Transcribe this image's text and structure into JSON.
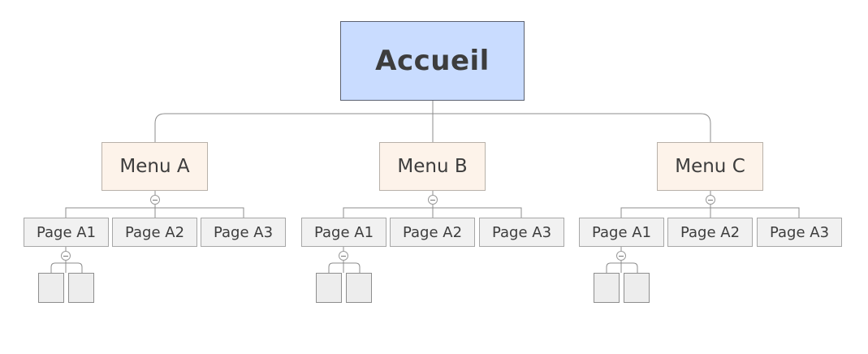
{
  "root": {
    "label": "Accueil"
  },
  "menus": [
    {
      "label": "Menu A",
      "pages": [
        "Page A1",
        "Page A2",
        "Page A3"
      ]
    },
    {
      "label": "Menu B",
      "pages": [
        "Page A1",
        "Page A2",
        "Page A3"
      ]
    },
    {
      "label": "Menu C",
      "pages": [
        "Page A1",
        "Page A2",
        "Page A3"
      ]
    }
  ],
  "colors": {
    "root_fill": "#c9dcff",
    "menu_fill": "#fdf3ea",
    "page_fill": "#f1f1f1",
    "connector": "#8c8c8c"
  }
}
